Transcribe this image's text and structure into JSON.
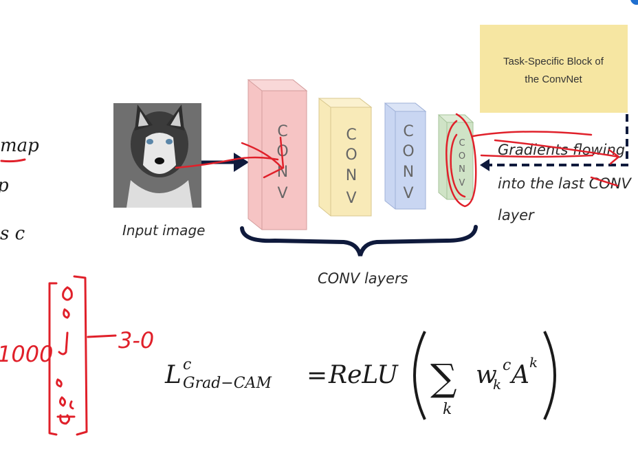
{
  "left_margin_text": {
    "line1": "map",
    "line2": "p",
    "line3": "s c"
  },
  "input": {
    "label": "Input image",
    "image_alt": "husky-dog-photo"
  },
  "conv_blocks": [
    {
      "letters": [
        "C",
        "O",
        "N",
        "V"
      ],
      "color": "#f6c4c4"
    },
    {
      "letters": [
        "C",
        "O",
        "N",
        "V"
      ],
      "color": "#f8eab8"
    },
    {
      "letters": [
        "C",
        "O",
        "N",
        "V"
      ],
      "color": "#c9d6f2"
    },
    {
      "letters": [
        "C",
        "O",
        "N",
        "V"
      ],
      "color": "#cfe3c6"
    }
  ],
  "conv_layers_label": "CONV layers",
  "task_block": {
    "line1": "Task-Specific Block of",
    "line2": "the ConvNet",
    "color": "#f6e6a2"
  },
  "gradients_label": {
    "line1": "Gradients flowing",
    "line2": "into the last CONV",
    "line3": "layer"
  },
  "annotations": {
    "count_left": "1000",
    "count_right": "3-0"
  },
  "formula": {
    "L": "L",
    "superscript": "c",
    "subscript": "Grad−CAM",
    "equals": "=",
    "relu": "ReLU",
    "sum": "∑",
    "sum_index": "k",
    "w": "w",
    "w_sub": "k",
    "w_sup": "c",
    "A": "A",
    "A_sup": "k"
  },
  "colors": {
    "arrow": "#0f1a3c",
    "ink": "#e0202a",
    "corner_icon": "#1f6fcf"
  }
}
